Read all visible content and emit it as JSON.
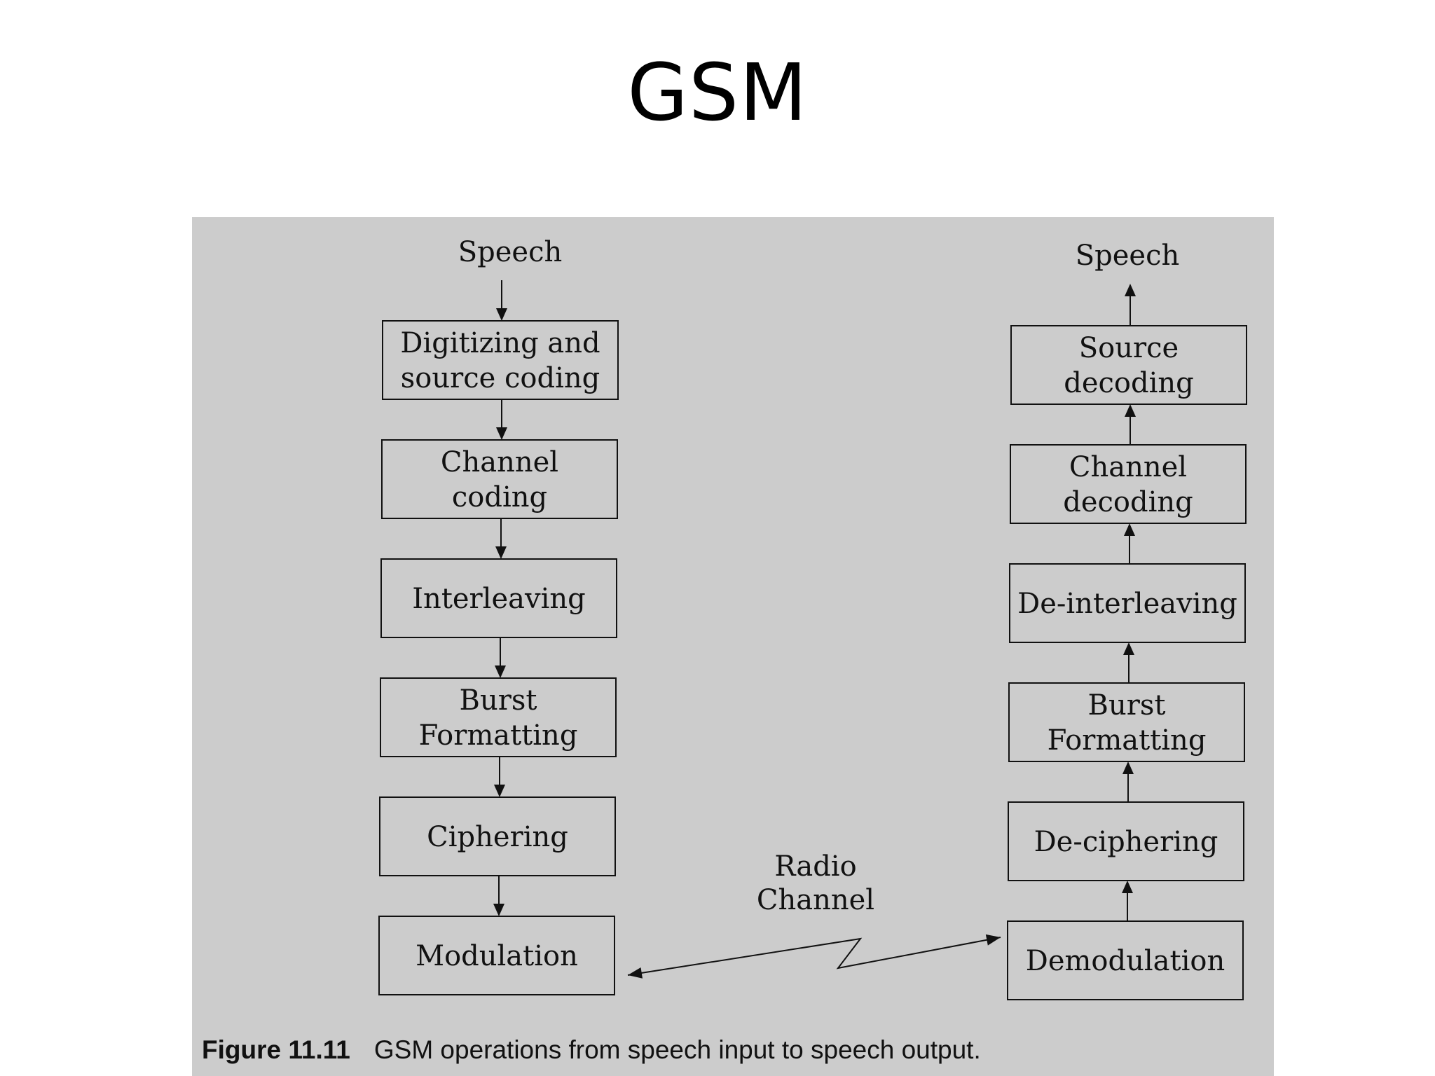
{
  "slide": {
    "title": "GSM"
  },
  "diagram": {
    "transmit_input": "Speech",
    "receive_output": "Speech",
    "transmit_chain": [
      {
        "id": "digitizing",
        "lines": [
          "Digitizing and",
          "source coding"
        ]
      },
      {
        "id": "channel-coding",
        "lines": [
          "Channel",
          "coding"
        ]
      },
      {
        "id": "interleaving",
        "lines": [
          "Interleaving"
        ]
      },
      {
        "id": "burst-formatting-tx",
        "lines": [
          "Burst",
          "Formatting"
        ]
      },
      {
        "id": "ciphering",
        "lines": [
          "Ciphering"
        ]
      },
      {
        "id": "modulation",
        "lines": [
          "Modulation"
        ]
      }
    ],
    "receive_chain": [
      {
        "id": "source-decoding",
        "lines": [
          "Source",
          "decoding"
        ]
      },
      {
        "id": "channel-decoding",
        "lines": [
          "Channel",
          "decoding"
        ]
      },
      {
        "id": "de-interleaving",
        "lines": [
          "De-interleaving"
        ]
      },
      {
        "id": "burst-formatting-rx",
        "lines": [
          "Burst",
          "Formatting"
        ]
      },
      {
        "id": "de-ciphering",
        "lines": [
          "De-ciphering"
        ]
      },
      {
        "id": "demodulation",
        "lines": [
          "Demodulation"
        ]
      }
    ],
    "radio_channel_lines": [
      "Radio",
      "Channel"
    ]
  },
  "caption": {
    "number": "Figure 11.11",
    "text": "GSM operations from speech input to speech output."
  }
}
